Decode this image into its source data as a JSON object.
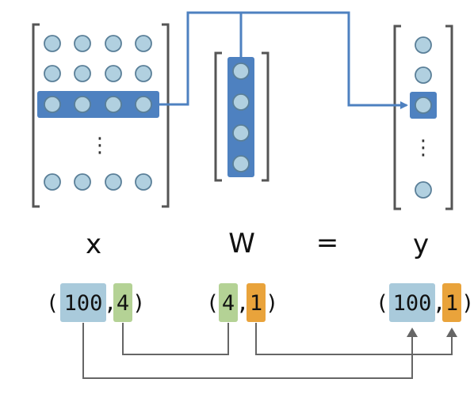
{
  "colors": {
    "highlight": "#4e81c0",
    "cell": "#b1d0e0",
    "cell_stroke": "#5a7f98",
    "bracket": "#555555",
    "dim_rows": "#a9cadb",
    "dim_inner": "#b4d295",
    "dim_out": "#e9a33b",
    "connector": "#666666"
  },
  "labels": {
    "x": "x",
    "w": "W",
    "equals": "=",
    "y": "y",
    "vdots": "⋮"
  },
  "shapes": {
    "x": {
      "open": "(",
      "rows": "100",
      "comma": ",",
      "cols": "4",
      "close": ")"
    },
    "w": {
      "open": "(",
      "rows": "4",
      "comma": ",",
      "cols": "1",
      "close": ")"
    },
    "y": {
      "open": "(",
      "rows": "100",
      "comma": ",",
      "cols": "1",
      "close": ")"
    }
  }
}
